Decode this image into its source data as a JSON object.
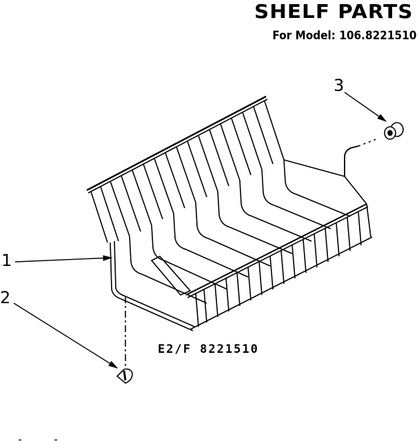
{
  "header": {
    "title": "SHELF PARTS",
    "subtitle": "For Model: 106.8221510"
  },
  "diagram": {
    "code": "E2/F 8221510",
    "callouts": [
      {
        "number": "1",
        "part": "wire-shelf"
      },
      {
        "number": "2",
        "part": "shelf-foot-stud"
      },
      {
        "number": "3",
        "part": "shelf-end-cap"
      }
    ],
    "colors": {
      "ink": "#000000",
      "paper": "#ffffff"
    }
  }
}
